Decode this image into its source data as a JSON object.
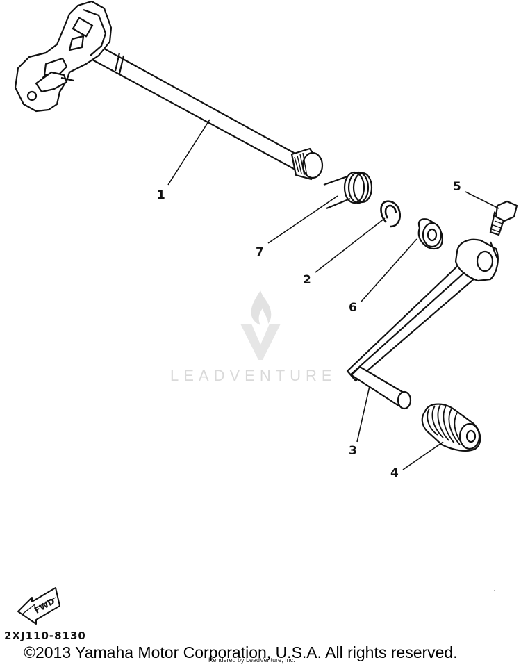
{
  "parts": [
    {
      "number": "1",
      "name": "shift-shaft"
    },
    {
      "number": "2",
      "name": "circlip"
    },
    {
      "number": "3",
      "name": "shift-pedal"
    },
    {
      "number": "4",
      "name": "pedal-rubber"
    },
    {
      "number": "5",
      "name": "bolt"
    },
    {
      "number": "6",
      "name": "oil-seal"
    },
    {
      "number": "7",
      "name": "torsion-spring"
    }
  ],
  "fwd_label": "FWD",
  "diagram_code": "2XJ110-8130",
  "copyright": "©2013 Yamaha Motor Corporation, U.S.A. All rights reserved.",
  "rendered_by": "Rendered by LeadVenture, Inc.",
  "watermark": "LEADVENTURE",
  "colors": {
    "line": "#111111",
    "watermark": "#d9d9d9",
    "background": "#ffffff"
  }
}
